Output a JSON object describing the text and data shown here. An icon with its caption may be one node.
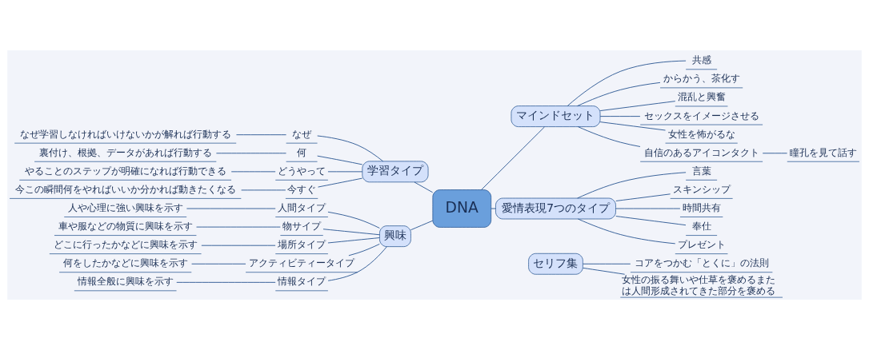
{
  "diagram": {
    "nodes": [
      {
        "text": [
          "DNA"
        ]
      },
      {
        "text": [
          "学習タイプ"
        ]
      },
      {
        "text": [
          "なぜ"
        ]
      },
      {
        "text": [
          "なぜ学習しなければいけないかが解れば行動する"
        ]
      },
      {
        "text": [
          "何"
        ]
      },
      {
        "text": [
          "裏付け、根拠、データがあれば行動する"
        ]
      },
      {
        "text": [
          "どうやって"
        ]
      },
      {
        "text": [
          "やることのステップが明確になれば行動できる"
        ]
      },
      {
        "text": [
          "今すぐ"
        ]
      },
      {
        "text": [
          "今この瞬間何をやればいいか分かれば動きたくなる"
        ]
      },
      {
        "text": [
          "マインドセット"
        ]
      },
      {
        "text": [
          "共感"
        ]
      },
      {
        "text": [
          "からかう、茶化す"
        ]
      },
      {
        "text": [
          "混乱と興奮"
        ]
      },
      {
        "text": [
          "セックスをイメージさせる"
        ]
      },
      {
        "text": [
          "女性を怖がるな"
        ]
      },
      {
        "text": [
          "自信のあるアイコンタクト"
        ]
      },
      {
        "text": [
          "瞳孔を見て話す"
        ]
      },
      {
        "text": [
          "興味"
        ]
      },
      {
        "text": [
          "人間タイプ"
        ]
      },
      {
        "text": [
          "人や心理に強い興味を示す"
        ]
      },
      {
        "text": [
          "物サイプ"
        ]
      },
      {
        "text": [
          "車や服などの物質に興味を示す"
        ]
      },
      {
        "text": [
          "場所タイプ"
        ]
      },
      {
        "text": [
          "どこに行ったかなどに興味を示す"
        ]
      },
      {
        "text": [
          "アクティビティータイプ"
        ]
      },
      {
        "text": [
          "何をしたかなどに興味を示す"
        ]
      },
      {
        "text": [
          "情報タイプ"
        ]
      },
      {
        "text": [
          "情報全般に興味を示す"
        ]
      },
      {
        "text": [
          "愛情表現7つのタイプ"
        ]
      },
      {
        "text": [
          "言葉"
        ]
      },
      {
        "text": [
          "スキンシップ"
        ]
      },
      {
        "text": [
          "時間共有"
        ]
      },
      {
        "text": [
          "奉仕"
        ]
      },
      {
        "text": [
          "プレゼント"
        ]
      },
      {
        "text": [
          "セリフ集"
        ]
      },
      {
        "text": [
          "コアをつかむ「とくに」の法則"
        ]
      },
      {
        "text": [
          "女性の振る舞いや仕草を褒めるまたは人間形成されてきた部分を褒める"
        ]
      }
    ],
    "edges": [
      {
        "from": 0,
        "to": 1,
        "arrow": "none"
      },
      {
        "from": 1,
        "to": 2,
        "arrow": "none"
      },
      {
        "from": 2,
        "to": 3,
        "arrow": "none"
      },
      {
        "from": 1,
        "to": 4,
        "arrow": "none"
      },
      {
        "from": 4,
        "to": 5,
        "arrow": "none"
      },
      {
        "from": 1,
        "to": 6,
        "arrow": "none"
      },
      {
        "from": 6,
        "to": 7,
        "arrow": "none"
      },
      {
        "from": 1,
        "to": 8,
        "arrow": "none"
      },
      {
        "from": 8,
        "to": 9,
        "arrow": "none"
      },
      {
        "from": 0,
        "to": 10,
        "arrow": "none"
      },
      {
        "from": 10,
        "to": 11,
        "arrow": "none"
      },
      {
        "from": 10,
        "to": 12,
        "arrow": "none"
      },
      {
        "from": 10,
        "to": 13,
        "arrow": "none"
      },
      {
        "from": 10,
        "to": 14,
        "arrow": "none"
      },
      {
        "from": 10,
        "to": 15,
        "arrow": "none"
      },
      {
        "from": 10,
        "to": 16,
        "arrow": "none"
      },
      {
        "from": 16,
        "to": 17,
        "arrow": "none"
      },
      {
        "from": 0,
        "to": 18,
        "arrow": "none"
      },
      {
        "from": 18,
        "to": 19,
        "arrow": "none"
      },
      {
        "from": 19,
        "to": 20,
        "arrow": "none"
      },
      {
        "from": 18,
        "to": 21,
        "arrow": "none"
      },
      {
        "from": 21,
        "to": 22,
        "arrow": "none"
      },
      {
        "from": 18,
        "to": 23,
        "arrow": "none"
      },
      {
        "from": 23,
        "to": 24,
        "arrow": "none"
      },
      {
        "from": 18,
        "to": 25,
        "arrow": "none"
      },
      {
        "from": 25,
        "to": 26,
        "arrow": "none"
      },
      {
        "from": 18,
        "to": 27,
        "arrow": "none"
      },
      {
        "from": 27,
        "to": 28,
        "arrow": "none"
      },
      {
        "from": 0,
        "to": 29,
        "arrow": "none"
      },
      {
        "from": 29,
        "to": 30,
        "arrow": "none"
      },
      {
        "from": 29,
        "to": 31,
        "arrow": "none"
      },
      {
        "from": 29,
        "to": 32,
        "arrow": "none"
      },
      {
        "from": 29,
        "to": 33,
        "arrow": "none"
      },
      {
        "from": 29,
        "to": 34,
        "arrow": "none"
      },
      {
        "from": 35,
        "to": 36,
        "arrow": "none"
      },
      {
        "from": 35,
        "to": 37,
        "arrow": "none"
      }
    ]
  }
}
